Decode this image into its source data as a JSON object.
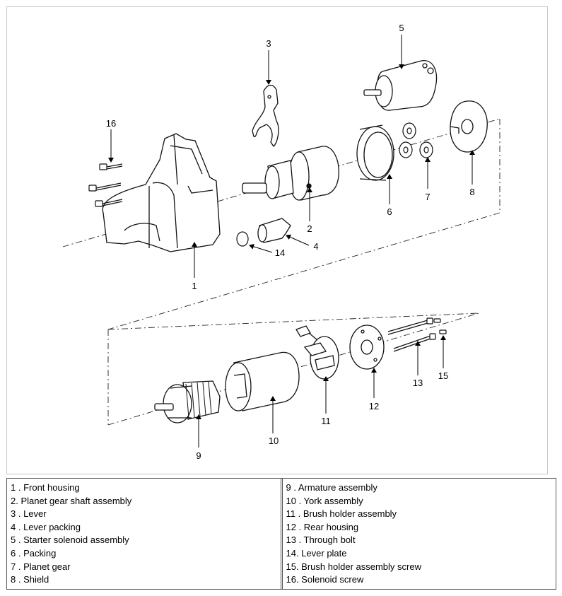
{
  "diagram": {
    "callouts": [
      "1",
      "2",
      "3",
      "4",
      "5",
      "6",
      "7",
      "8",
      "9",
      "10",
      "11",
      "12",
      "13",
      "14",
      "15",
      "16"
    ]
  },
  "legend": {
    "left": [
      "1 . Front housing",
      "2. Planet gear shaft assembly",
      "3 . Lever",
      "4 . Lever packing",
      "5 . Starter solenoid assembly",
      "6 . Packing",
      "7 . Planet gear",
      "8 . Shield"
    ],
    "right": [
      "9 . Armature assembly",
      "10 . York assembly",
      "11 . Brush holder assembly",
      "12 . Rear housing",
      "13 . Through bolt",
      "14. Lever plate",
      "15. Brush holder assembly screw",
      "16. Solenoid screw"
    ]
  }
}
